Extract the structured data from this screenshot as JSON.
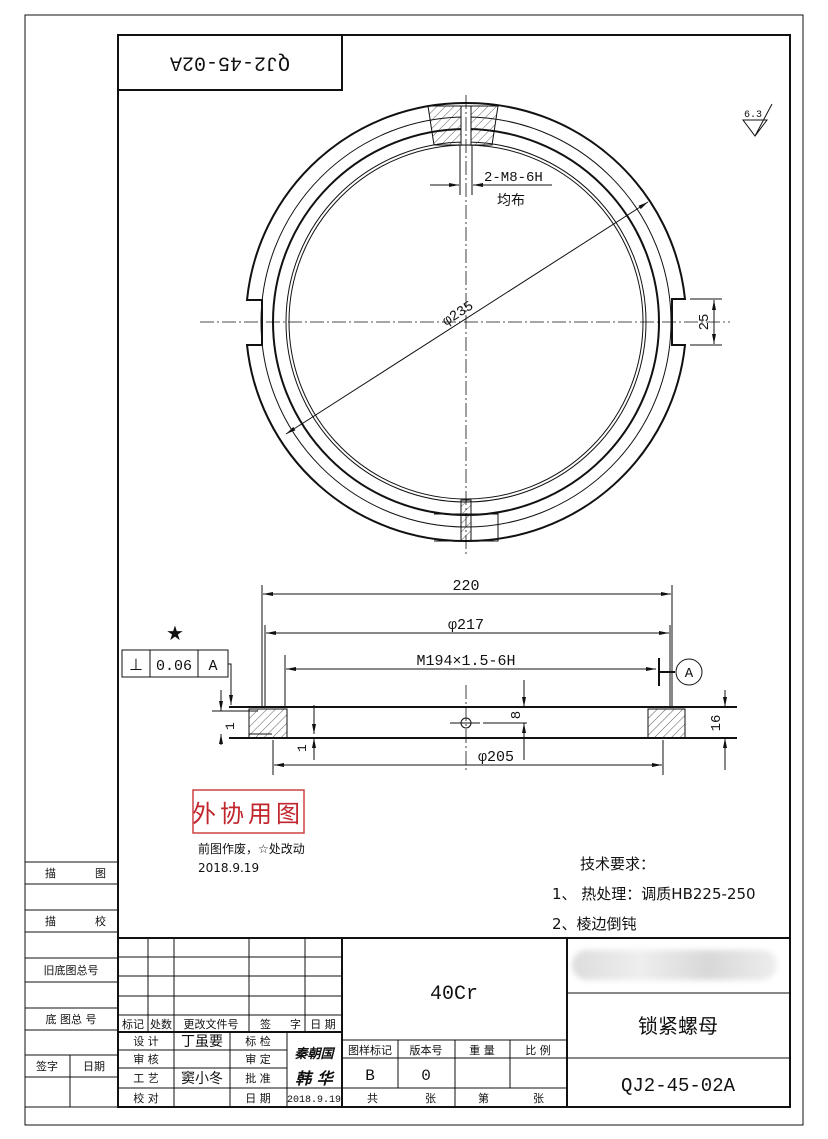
{
  "drawing": {
    "number_upside_down": "QJ2-45-02A",
    "roughness": "6.3",
    "top_view": {
      "thread_holes": "2-M8-6H",
      "thread_holes_note": "均布",
      "diameter": "φ235",
      "slot_width": "25"
    },
    "side_view": {
      "dim_220": "220",
      "dim_217": "φ217",
      "dim_thread": "M194×1.5-6H",
      "dim_205": "φ205",
      "dim_8": "8",
      "dim_16": "16",
      "dim_1a": "1",
      "dim_1b": "1",
      "datum": "A",
      "change_mark": "★",
      "tolerance": {
        "symbol": "⊥",
        "value": "0.06",
        "datum": "A"
      }
    },
    "stamp": "外协用图",
    "revision_note": "前图作废，☆处改动",
    "revision_date": "2018.9.19",
    "tech_req": {
      "title": "技术要求：",
      "items": [
        "1、 热处理：调质HB225-250",
        "2、棱边倒钝"
      ]
    }
  },
  "side_strip": {
    "trace": [
      "描",
      "图"
    ],
    "trace_check": [
      "描",
      "校"
    ],
    "old_base_no": "旧底图总号",
    "base_no": "底 图总 号",
    "sign": "签字",
    "date": "日期"
  },
  "title_block": {
    "rev_headers": [
      "标记",
      "处数",
      "更改文件号",
      "签",
      "字",
      "日 期"
    ],
    "roles": {
      "design": "设 计",
      "designer": "丁虽要",
      "std_check": "标 检",
      "review": "审 核",
      "approve_fix": "审 定",
      "process": "工 艺",
      "process_person": "窦小冬",
      "approve": "批 准",
      "proof": "校 对",
      "date_label": "日 期",
      "date": "2018.9.19"
    },
    "signatures": [
      "秦朝国",
      "韩 华"
    ],
    "material": "40Cr",
    "part_name": "锁紧螺母",
    "part_number": "QJ2-45-02A",
    "info_headers": [
      "图样标记",
      "版本号",
      "重 量",
      "比 例"
    ],
    "info_values": [
      "B",
      "0",
      "",
      ""
    ],
    "sheet": [
      "共",
      "张",
      "第",
      "张"
    ]
  }
}
